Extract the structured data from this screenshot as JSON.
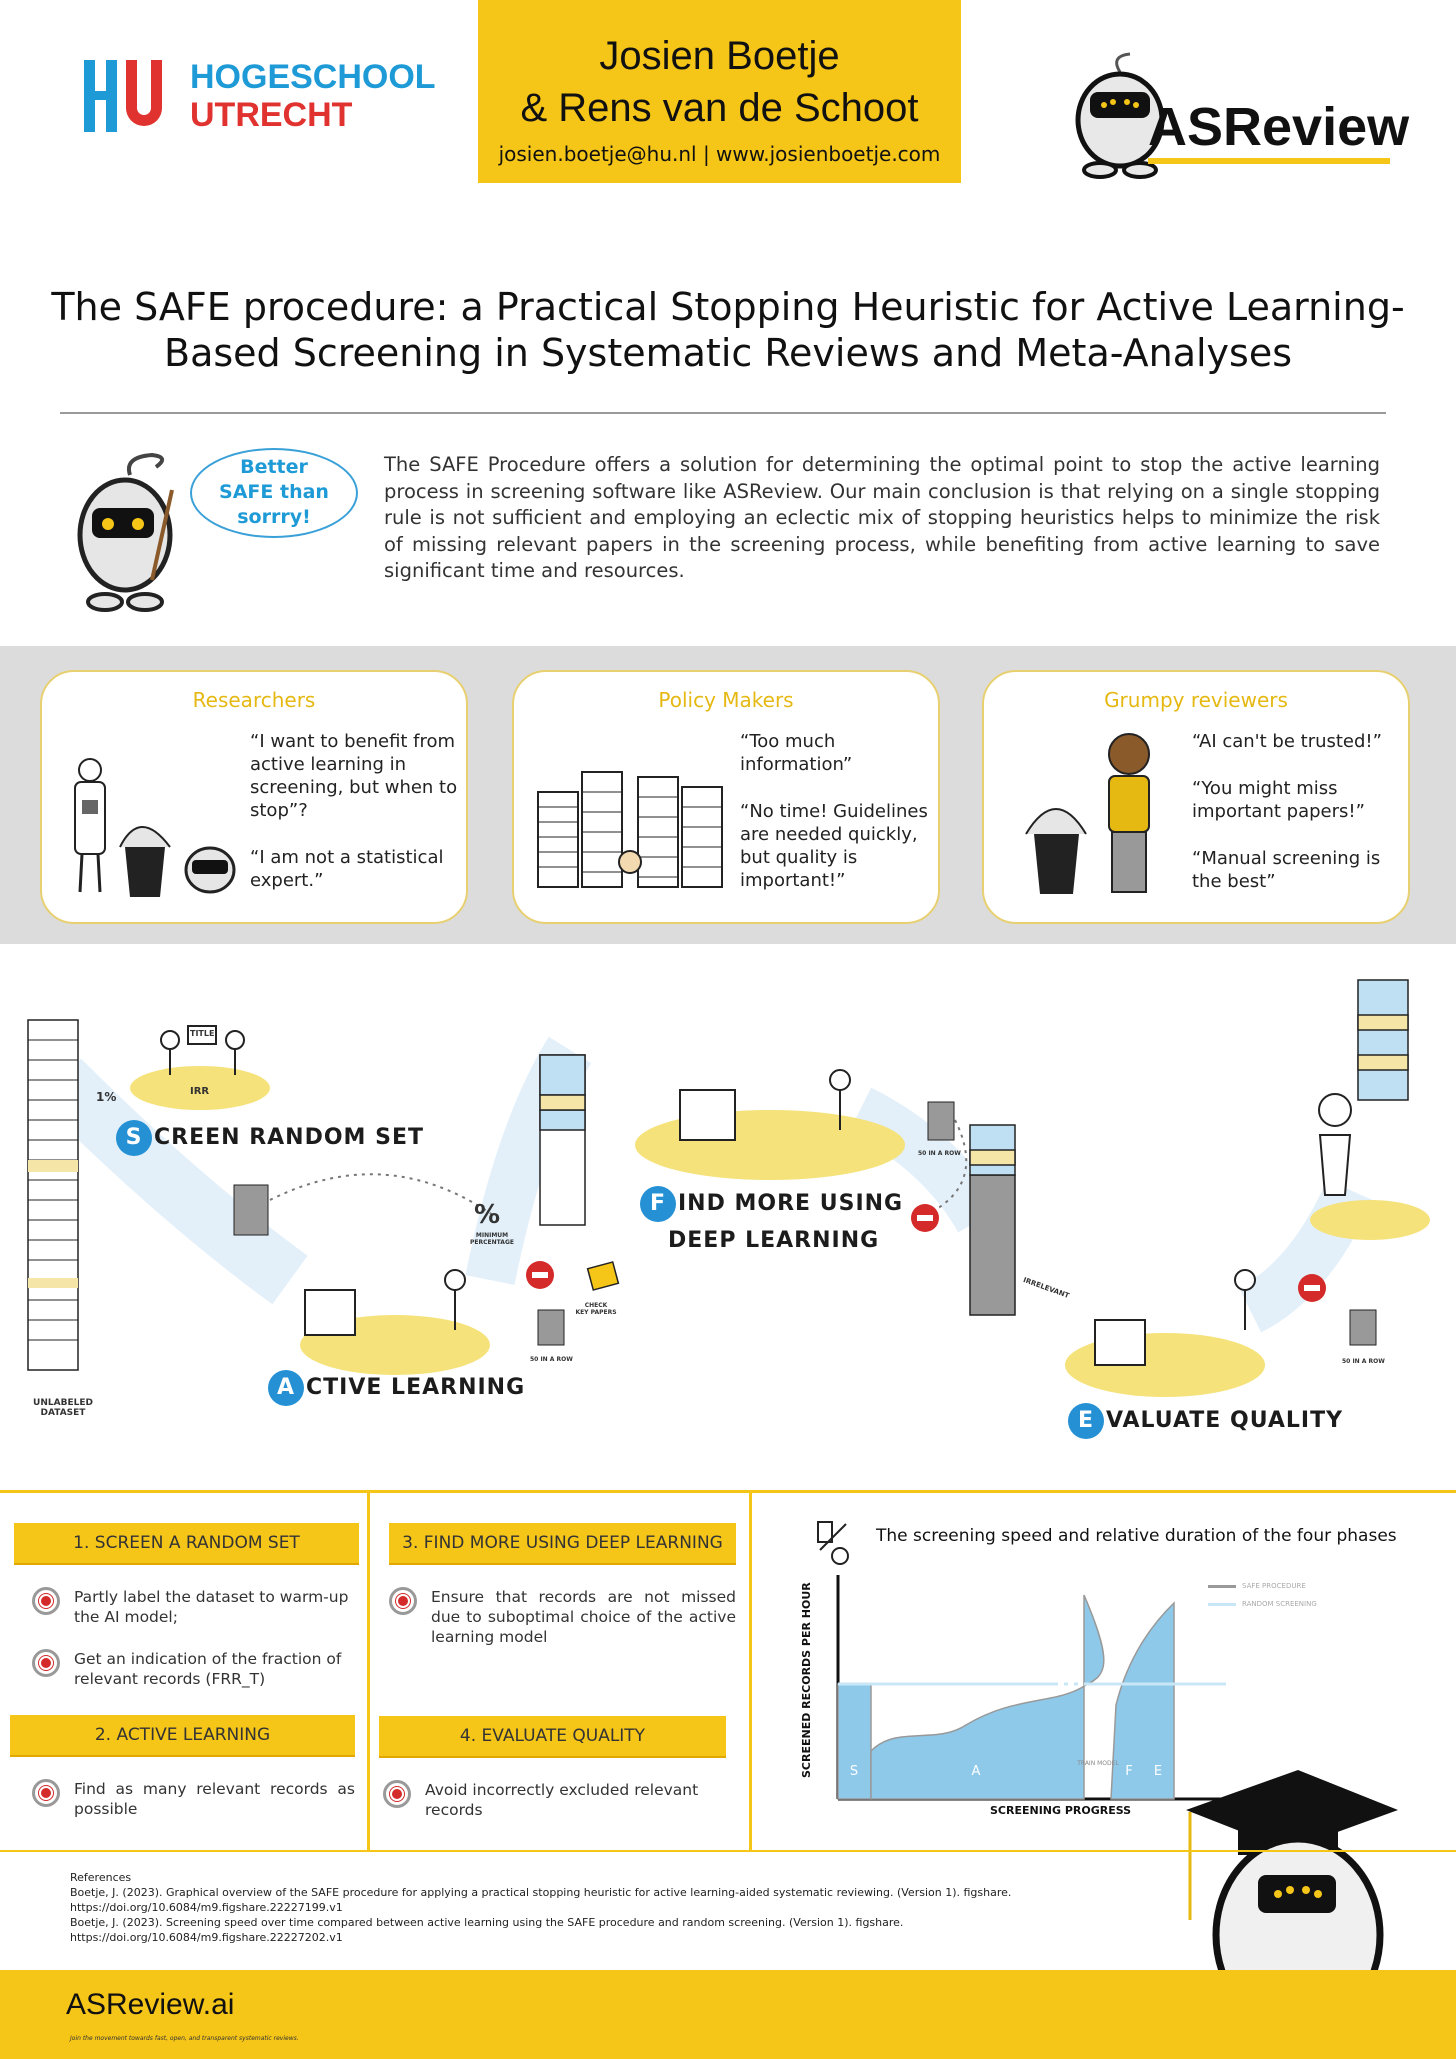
{
  "header": {
    "authors": [
      "Josien Boetje",
      "& Rens van de Schoot"
    ],
    "contact": "josien.boetje@hu.nl | www.josienboetje.com",
    "hu_logo": [
      "HOGESCHOOL",
      "UTRECHT"
    ],
    "asreview_logo": "ASReview"
  },
  "title": [
    "The SAFE procedure: a Practical Stopping Heuristic for Active Learning-",
    "Based Screening in Systematic Reviews and Meta-Analyses"
  ],
  "speech_bubble": [
    "Better",
    "SAFE than",
    "sorrry!"
  ],
  "intro": "The SAFE Procedure offers a solution for determining the optimal point to stop the active learning process in screening software like ASReview. Our main conclusion is that relying on a single stopping rule is not sufficient and employing an eclectic mix of stopping heuristics helps to minimize the risk of missing relevant papers in the screening process, while benefiting from active learning to save significant time and resources.",
  "personas": [
    {
      "title": "Researchers",
      "quotes": [
        "“I want to benefit from active learning in screening, but when to stop”?",
        "“I am not a statistical expert.”"
      ]
    },
    {
      "title": "Policy Makers",
      "quotes": [
        "“Too much information”",
        "“No time! Guidelines are needed quickly, but quality is important!”"
      ]
    },
    {
      "title": "Grumpy reviewers",
      "quotes": [
        "“AI can't be trusted!”",
        "“You might miss important papers!”",
        "“Manual screening is the best”"
      ]
    }
  ],
  "process": {
    "phases": [
      {
        "letter": "S",
        "rest": "CREEN RANDOM SET"
      },
      {
        "letter": "A",
        "rest": "CTIVE LEARNING"
      },
      {
        "letter": "F",
        "rest": "IND MORE USING"
      },
      {
        "letter": "E",
        "rest": "VALUATE QUALITY"
      }
    ],
    "f_line2": "DEEP LEARNING",
    "labels": {
      "one_percent": "1%",
      "irr": "IRR",
      "title": "TITLE",
      "unlabeled": [
        "UNLABELED",
        "DATASET"
      ],
      "percent_symbol": "%",
      "minimum": [
        "MINIMUM",
        "PERCENTAGE"
      ],
      "check": [
        "CHECK",
        "KEY PAPERS"
      ],
      "fifty_row": "50 IN A ROW",
      "irrelevant": "IRRELEVANT"
    }
  },
  "steps": [
    {
      "heading": "1. SCREEN A RANDOM SET",
      "bullets": [
        "Partly label the dataset to warm-up the AI model;",
        "Get an indication of the fraction of relevant records (FRR_T)"
      ]
    },
    {
      "heading": "2. ACTIVE LEARNING",
      "bullets": [
        "Find as many relevant records as possible"
      ]
    },
    {
      "heading": "3. FIND MORE USING DEEP LEARNING",
      "bullets": [
        "Ensure that records are not missed due to suboptimal choice of the active learning model"
      ]
    },
    {
      "heading": "4. EVALUATE QUALITY",
      "bullets": [
        "Avoid incorrectly excluded relevant records"
      ]
    }
  ],
  "chart_data": {
    "type": "area",
    "title": "The screening speed and relative duration of the four phases",
    "xlabel": "SCREENING PROGRESS",
    "ylabel": "SCREENED RECORDS PER HOUR",
    "legend": [
      "SAFE PROCEDURE",
      "RANDOM SCREENING"
    ],
    "legend_position": "top-right",
    "phase_labels": [
      "S",
      "A",
      "TRAIN MODEL",
      "F",
      "E"
    ],
    "grid": false,
    "colors": {
      "safe": "#8ec9ea",
      "random": "#c9e6f6",
      "outline": "#999999"
    }
  },
  "references": {
    "heading": "References",
    "items": [
      "Boetje, J. (2023). Graphical overview of the SAFE procedure for applying a practical stopping heuristic for active learning-aided systematic reviewing. (Version 1). figshare.",
      "https://doi.org/10.6084/m9.figshare.22227199.v1",
      "Boetje, J. (2023). Screening speed over time compared between active learning using the SAFE procedure and random screening. (Version 1). figshare.",
      "https://doi.org/10.6084/m9.figshare.22227202.v1"
    ]
  },
  "footer": {
    "brand": "ASReview.ai",
    "tagline": "Join the movement towards fast, open, and transparent systematic reviews."
  },
  "colors": {
    "accent": "#f5c518",
    "blue": "#2590d4",
    "red": "#d42a2a",
    "hu_blue": "#1e9ad6",
    "hu_red": "#e0322f"
  }
}
